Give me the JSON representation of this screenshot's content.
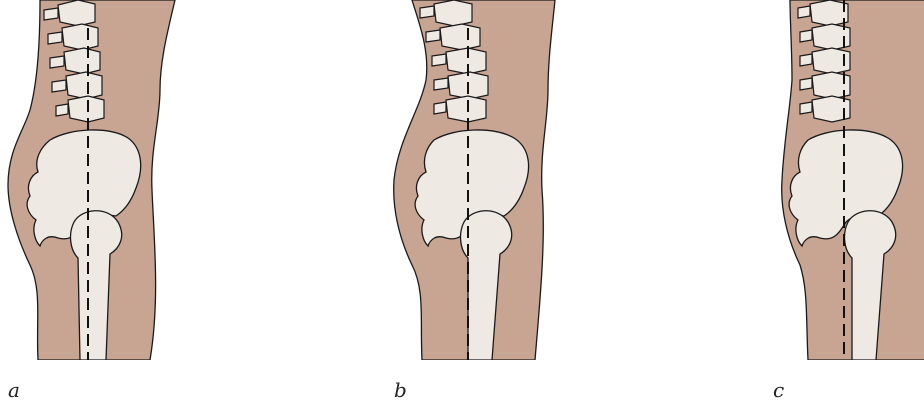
{
  "captions": {
    "a": "a",
    "b": "b",
    "c": "c"
  },
  "colors": {
    "skin": "#C8A493",
    "bone": "#EEE9E3",
    "outline": "#1a1a1a",
    "plumb_line": "#111111"
  }
}
